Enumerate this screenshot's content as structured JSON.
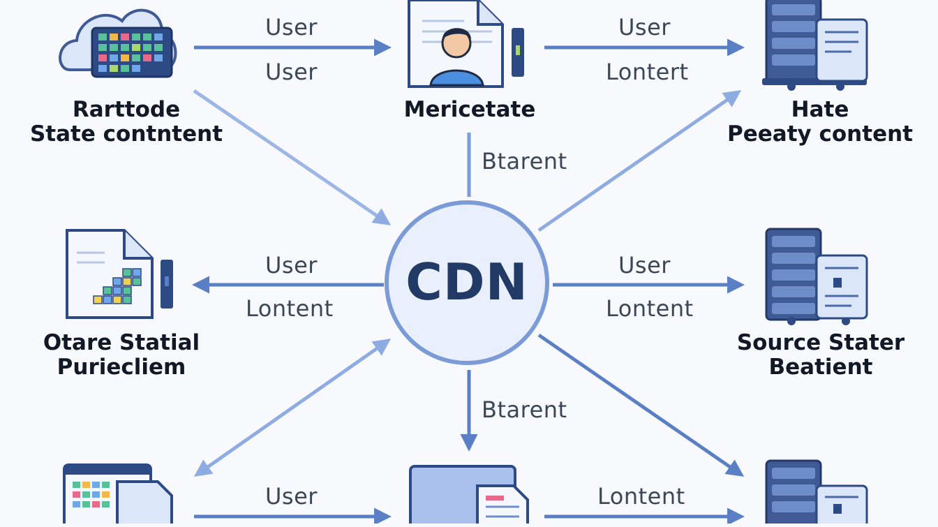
{
  "colors": {
    "background": "#f7f9fc",
    "arrow": "#5b7fc4",
    "arrow_light": "#9db6e6",
    "hub_stroke": "#7b9bd6",
    "hub_fill": "#e9f0fb",
    "server": "#3f5a94",
    "document": "#dbe6f8"
  },
  "hub": {
    "label": "CDN"
  },
  "nodes": {
    "top_left": {
      "line1": "Rarttode",
      "line2": "State contntent",
      "icon": "cloud-grid-icon"
    },
    "top_center": {
      "line1": "Mericetate",
      "icon": "user-profile-document-icon"
    },
    "top_right": {
      "line1": "Hate",
      "line2": "Peeaty content",
      "icon": "server-document-icon"
    },
    "mid_left": {
      "line1": "Otare Statial",
      "line2": "Puriecliem",
      "icon": "grid-document-icon"
    },
    "mid_right": {
      "line1": "Source Stater",
      "line2": "Beatient",
      "icon": "server-document-icon"
    },
    "bottom_left": {
      "icon": "spreadsheet-document-icon"
    },
    "bottom_center": {
      "icon": "folder-document-icon"
    },
    "bottom_right": {
      "icon": "server-document-icon"
    }
  },
  "edges": {
    "top_left_upper": "User",
    "top_left_lower": "User",
    "top_right_upper": "User",
    "top_right_lower": "Lontert",
    "center_top": "Btarent",
    "mid_left_upper": "User",
    "mid_left_lower": "Lontent",
    "mid_right_upper": "User",
    "mid_right_lower": "Lontent",
    "center_bottom": "Btarent",
    "bottom_left": "User",
    "bottom_right": "Lontent"
  }
}
